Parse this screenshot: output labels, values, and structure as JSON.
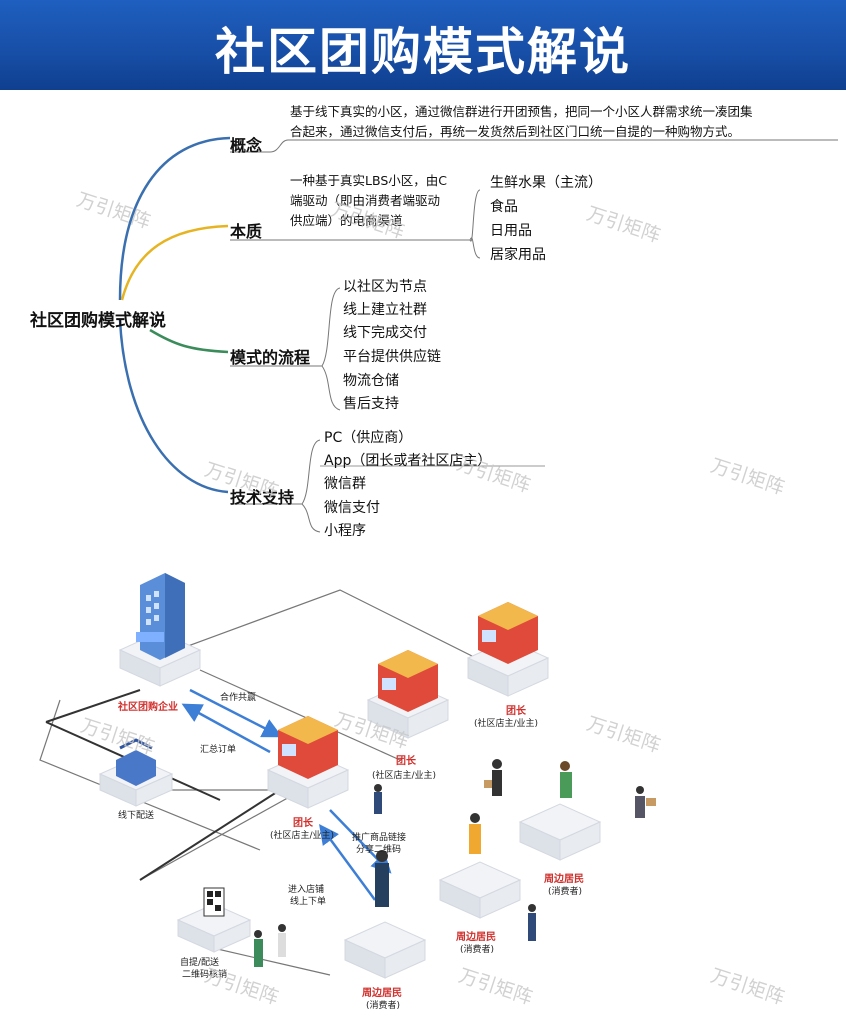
{
  "header": {
    "title": "社区团购模式解说"
  },
  "mindmap": {
    "root": "社区团购模式解说",
    "branches": {
      "concept": {
        "label": "概念",
        "text_line1": "基于线下真实的小区，通过微信群进行开团预售，把同一个小区人群需求统一凑团集",
        "text_line2": "合起来，通过微信支付后，再统一发货然后到社区门口统一自提的一种购物方式。"
      },
      "essence": {
        "label": "本质",
        "text_line1": "一种基于真实LBS小区，由C",
        "text_line2": "端驱动（即由消费者端驱动",
        "text_line3": "供应端）的电商渠道",
        "items": [
          "生鲜水果（主流）",
          "食品",
          "日用品",
          "居家用品"
        ]
      },
      "flow": {
        "label": "模式的流程",
        "items": [
          "以社区为节点",
          "线上建立社群",
          "线下完成交付",
          "平台提供供应链",
          "物流仓储",
          "售后支持"
        ]
      },
      "tech": {
        "label": "技术支持",
        "items": [
          "PC（供应商）",
          "App（团长或者社区店主）",
          "微信群",
          "微信支付",
          "小程序"
        ]
      }
    }
  },
  "illustration": {
    "company": "社区团购企业",
    "cooperate": "合作共赢",
    "summary_order": "汇总订单",
    "offline_delivery": "线下配送",
    "leader_label": "团长",
    "leader_sub": "(社区店主/业主)",
    "promote_line1": "推广商品链接",
    "promote_line2": "分享二维码",
    "enter_line1": "进入店铺",
    "enter_line2": "线上下单",
    "pickup_line1": "自提/配送",
    "pickup_line2": "二维码核销",
    "resident_label": "周边居民",
    "resident_sub": "(消费者)"
  },
  "watermark": {
    "text": "万引矩阵"
  },
  "colors": {
    "banner": "#174ea6",
    "accent_red": "#d0312d",
    "arrow_blue": "#3d7fd6",
    "curve_blue": "#3a6fb0",
    "curve_yellow": "#e6b422",
    "curve_green": "#3b8c5a"
  }
}
